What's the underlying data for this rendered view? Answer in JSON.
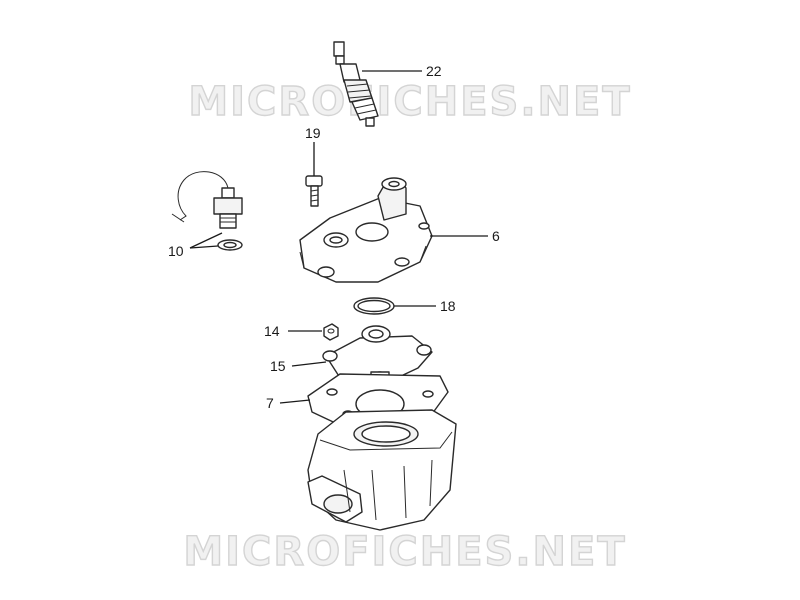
{
  "watermarks": [
    "MICROFICHES.NET",
    "MICROFICHES.NET"
  ],
  "callouts": [
    {
      "id": "spark-plug",
      "number": "22"
    },
    {
      "id": "bolt",
      "number": "19"
    },
    {
      "id": "temp-sensor",
      "number": "10"
    },
    {
      "id": "cylinder-head-cover",
      "number": "6"
    },
    {
      "id": "o-ring",
      "number": "18"
    },
    {
      "id": "nut",
      "number": "14"
    },
    {
      "id": "cylinder-head",
      "number": "15"
    },
    {
      "id": "head-gasket",
      "number": "7"
    }
  ]
}
